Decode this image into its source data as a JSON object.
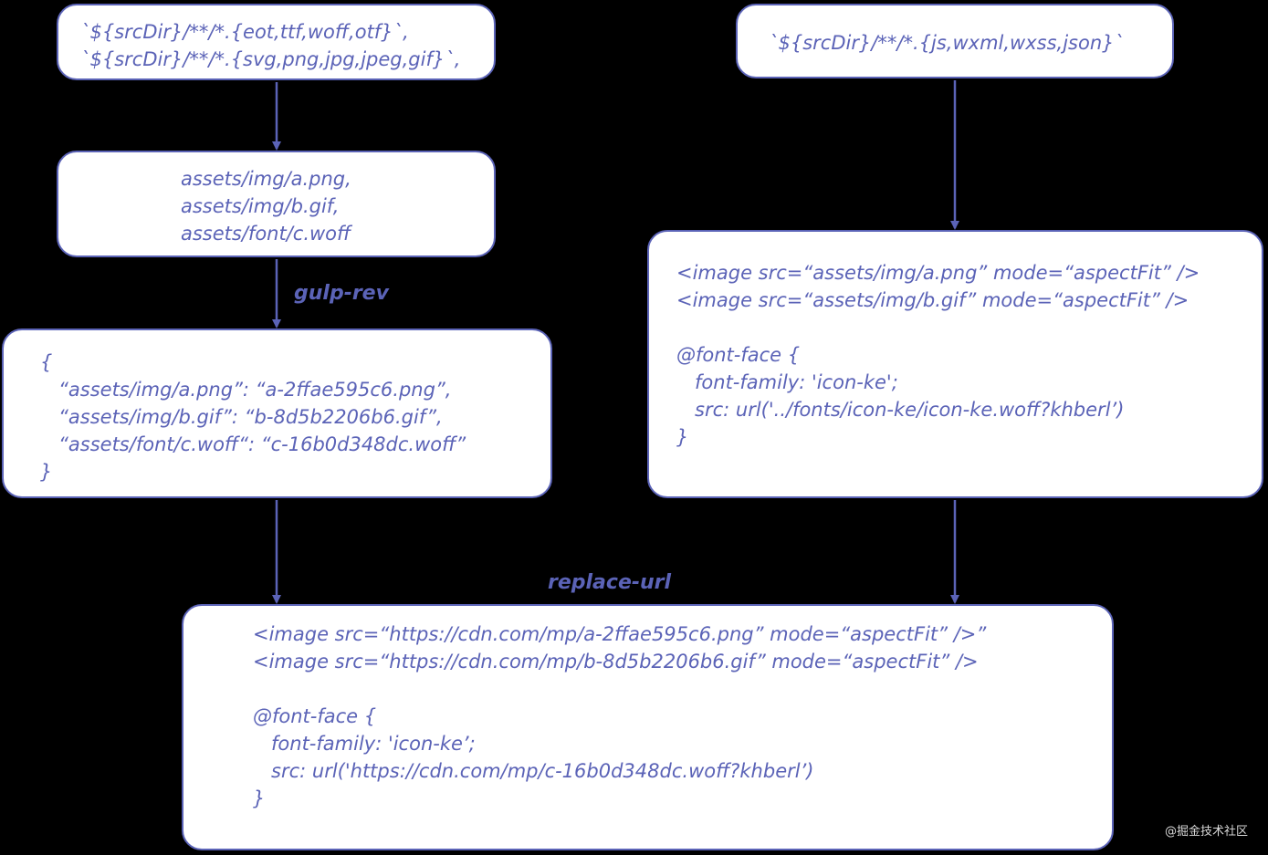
{
  "colors": {
    "background": "#000000",
    "box_fill": "#ffffff",
    "accent": "#5b63b7",
    "watermark": "#d9d9d9"
  },
  "boxes": {
    "asset_glob": {
      "lines": [
        "`${srcDir}/**/*.{eot,ttf,woff,otf}`,",
        "`${srcDir}/**/*.{svg,png,jpg,jpeg,gif}`,"
      ]
    },
    "code_glob": {
      "lines": [
        "`${srcDir}/**/*.{js,wxml,wxss,json}`"
      ]
    },
    "asset_files": {
      "lines": [
        "assets/img/a.png,",
        "assets/img/b.gif,",
        "assets/font/c.woff"
      ]
    },
    "rev_manifest": {
      "lines": [
        "{",
        "   “assets/img/a.png”: “a-2ffae595c6.png”,",
        "   “assets/img/b.gif”: “b-8d5b2206b6.gif”,",
        "   “assets/font/c.woff“: “c-16b0d348dc.woff”",
        "}"
      ]
    },
    "source_code": {
      "lines": [
        "<image src=“assets/img/a.png” mode=“aspectFit” />",
        "<image src=“assets/img/b.gif” mode=“aspectFit” />",
        "",
        "@font-face {",
        "   font-family: 'icon-ke';",
        "   src: url('../fonts/icon-ke/icon-ke.woff?khberl’)",
        "}"
      ]
    },
    "output_code": {
      "lines": [
        "<image src=“https://cdn.com/mp/a-2ffae595c6.png” mode=“aspectFit” />”",
        "<image src=“https://cdn.com/mp/b-8d5b2206b6.gif” mode=“aspectFit” />",
        "",
        "@font-face {",
        "   font-family: 'icon-ke’;",
        "   src: url('https://cdn.com/mp/c-16b0d348dc.woff?khberl’)",
        "}"
      ]
    }
  },
  "labels": {
    "gulp_rev": "gulp-rev",
    "replace_url": "replace-url"
  },
  "watermark": "@掘金技术社区"
}
